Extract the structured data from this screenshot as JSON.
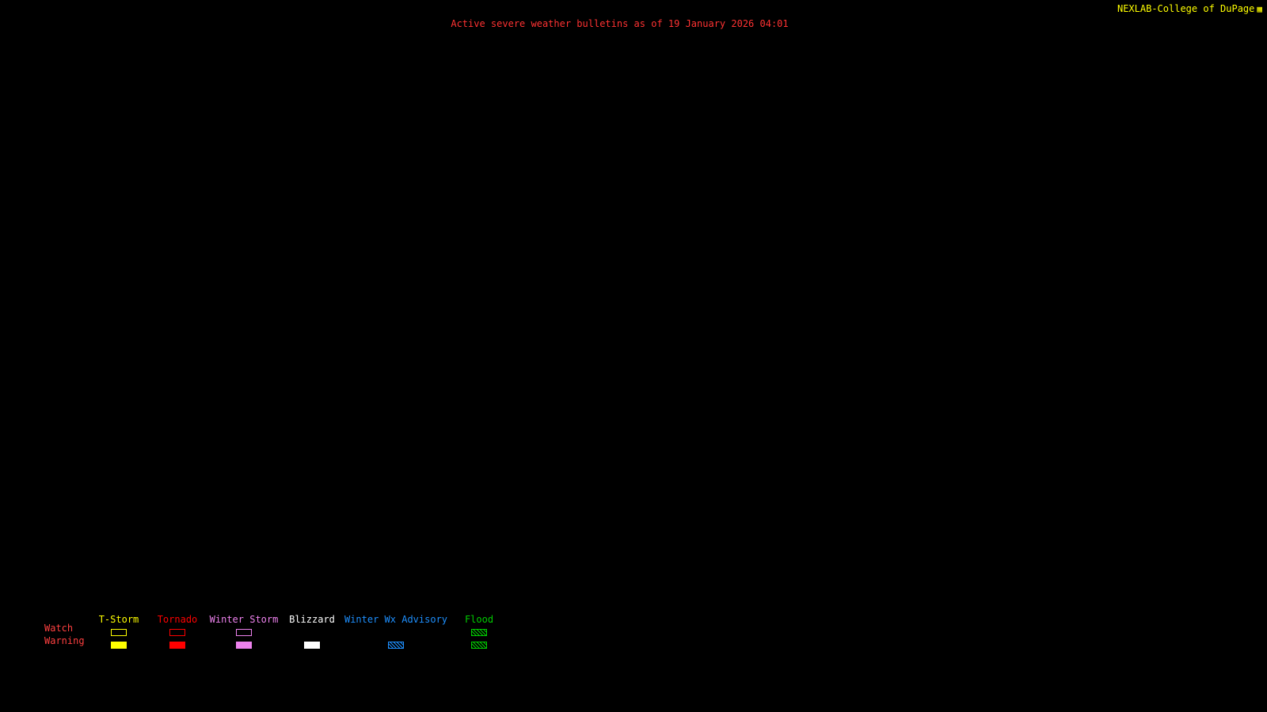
{
  "header": {
    "station_label": "NEXLAB-College of DuPage",
    "station_glyph": "▦",
    "station_color": "#FFFF00",
    "bulletin_text": "Active severe weather bulletins as of 19 January 2026 04:01",
    "bulletin_color": "#FF3232"
  },
  "map": {
    "background_color": "#000000",
    "active_bulletin_shapes_visible": "none"
  },
  "legend": {
    "watch_label": "Watch",
    "warning_label": "Warning",
    "row_label_color": "#FF4040",
    "columns": [
      {
        "id": "tstorm",
        "label": "T-Storm",
        "color": "#FFFF00",
        "watch": "outline",
        "warning": "fill"
      },
      {
        "id": "tornado",
        "label": "Tornado",
        "color": "#FF0000",
        "watch": "outline",
        "warning": "fill"
      },
      {
        "id": "winter-storm",
        "label": "Winter Storm",
        "color": "#EE82EE",
        "watch": "outline",
        "warning": "fill"
      },
      {
        "id": "blizzard",
        "label": "Blizzard",
        "color": "#FFFFFF",
        "watch": "none",
        "warning": "fill"
      },
      {
        "id": "winter-wx-advisory",
        "label": "Winter Wx Advisory",
        "color": "#1E90FF",
        "watch": "none",
        "warning": "hatch"
      },
      {
        "id": "flood",
        "label": "Flood",
        "color": "#00CC00",
        "watch": "hatch",
        "warning": "hatch"
      }
    ]
  }
}
